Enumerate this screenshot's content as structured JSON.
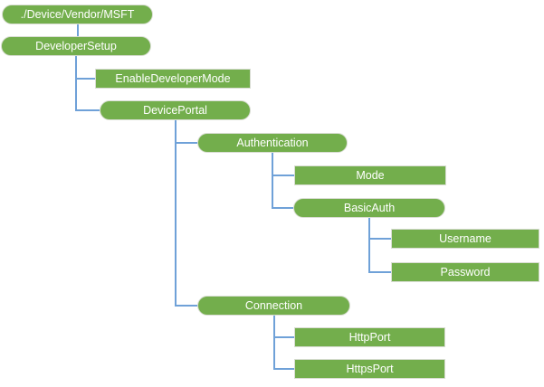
{
  "diagram": {
    "background_color": "#ffffff",
    "node_fill_color": "#73ae4c",
    "node_border_color": "#d9ddd3",
    "connector_color": "#6fa1d8",
    "node_text_color": "#ffffff",
    "nodes": [
      {
        "label": "./Device/Vendor/MSFT",
        "shape": "pill",
        "parent": null
      },
      {
        "label": "DeveloperSetup",
        "shape": "pill",
        "parent": 0
      },
      {
        "label": "EnableDeveloperMode",
        "shape": "rect",
        "parent": 1
      },
      {
        "label": "DevicePortal",
        "shape": "pill",
        "parent": 1
      },
      {
        "label": "Authentication",
        "shape": "pill",
        "parent": 3
      },
      {
        "label": "Mode",
        "shape": "rect",
        "parent": 4
      },
      {
        "label": "BasicAuth",
        "shape": "pill",
        "parent": 4
      },
      {
        "label": "Username",
        "shape": "rect",
        "parent": 6
      },
      {
        "label": "Password",
        "shape": "rect",
        "parent": 6
      },
      {
        "label": "Connection",
        "shape": "pill",
        "parent": 3
      },
      {
        "label": "HttpPort",
        "shape": "rect",
        "parent": 9
      },
      {
        "label": "HttpsPort",
        "shape": "rect",
        "parent": 9
      }
    ]
  }
}
